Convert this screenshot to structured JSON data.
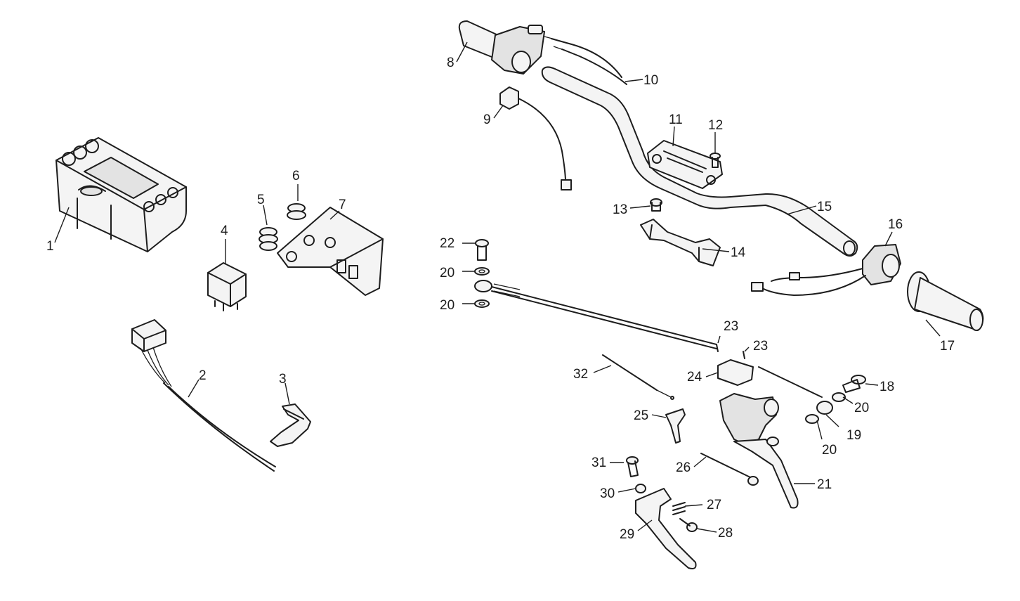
{
  "callouts": [
    {
      "id": "1",
      "text": "1"
    },
    {
      "id": "2",
      "text": "2"
    },
    {
      "id": "3",
      "text": "3"
    },
    {
      "id": "4",
      "text": "4"
    },
    {
      "id": "5",
      "text": "5"
    },
    {
      "id": "6",
      "text": "6"
    },
    {
      "id": "7",
      "text": "7"
    },
    {
      "id": "8",
      "text": "8"
    },
    {
      "id": "9",
      "text": "9"
    },
    {
      "id": "10",
      "text": "10"
    },
    {
      "id": "11",
      "text": "11"
    },
    {
      "id": "12",
      "text": "12"
    },
    {
      "id": "13",
      "text": "13"
    },
    {
      "id": "14",
      "text": "14"
    },
    {
      "id": "15",
      "text": "15"
    },
    {
      "id": "16",
      "text": "16"
    },
    {
      "id": "17",
      "text": "17"
    },
    {
      "id": "18",
      "text": "18"
    },
    {
      "id": "19",
      "text": "19"
    },
    {
      "id": "20a",
      "text": "20"
    },
    {
      "id": "20b",
      "text": "20"
    },
    {
      "id": "20c",
      "text": "20"
    },
    {
      "id": "20d",
      "text": "20"
    },
    {
      "id": "21",
      "text": "21"
    },
    {
      "id": "22",
      "text": "22"
    },
    {
      "id": "23a",
      "text": "23"
    },
    {
      "id": "23b",
      "text": "23"
    },
    {
      "id": "24",
      "text": "24"
    },
    {
      "id": "25",
      "text": "25"
    },
    {
      "id": "26",
      "text": "26"
    },
    {
      "id": "27",
      "text": "27"
    },
    {
      "id": "28",
      "text": "28"
    },
    {
      "id": "29",
      "text": "29"
    },
    {
      "id": "30",
      "text": "30"
    },
    {
      "id": "31",
      "text": "31"
    },
    {
      "id": "32",
      "text": "32"
    }
  ]
}
